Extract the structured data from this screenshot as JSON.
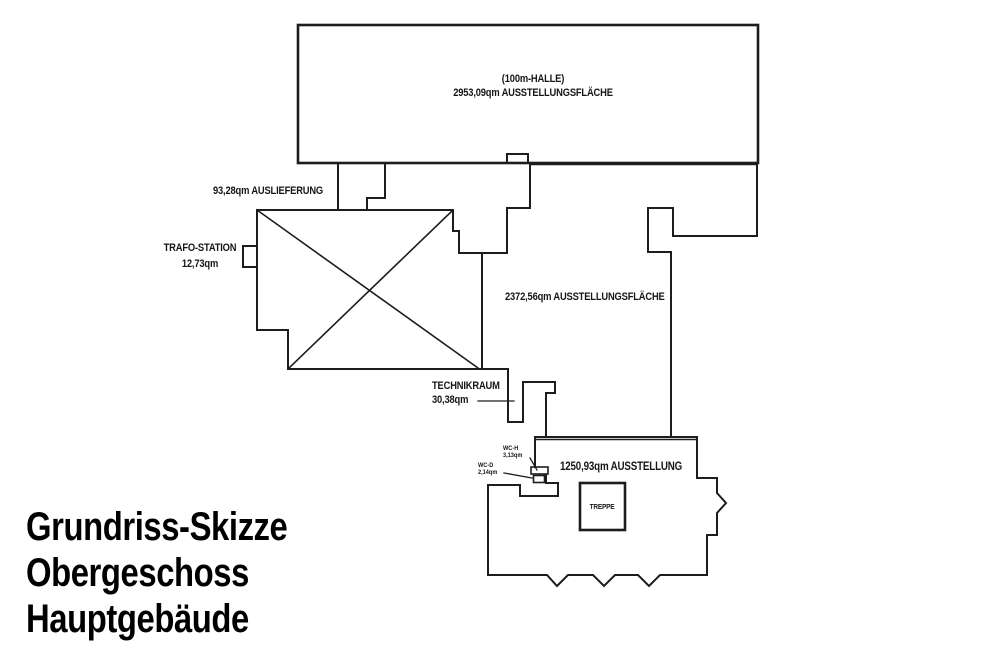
{
  "colors": {
    "background": "#ffffff",
    "line": "#1d1d1d",
    "label_text": "#161616",
    "title_text": "#000000"
  },
  "title_block": {
    "line1": "Grundriss-Skizze",
    "line2": "Obergeschoss",
    "line3": "Hauptgebäude"
  },
  "labels": {
    "halle": {
      "line1": "(100m-HALLE)",
      "line2": "2953,09qm AUSSTELLUNGSFLÄCHE"
    },
    "auslieferung": {
      "text": "93,28qm AUSLIEFERUNG"
    },
    "trafo": {
      "line1": "TRAFO-STATION",
      "line2": "12,73qm"
    },
    "ausstellung_mitte": {
      "text": "2372,56qm AUSSTELLUNGSFLÄCHE"
    },
    "technikraum": {
      "line1": "TECHNIKRAUM",
      "line2": "30,38qm"
    },
    "wc_h": {
      "line1": "WC-H",
      "line2": "3,13qm"
    },
    "wc_d": {
      "line1": "WC-D",
      "line2": "2,14qm"
    },
    "ausstellung_unten": {
      "text": "1250,93qm AUSSTELLUNG"
    },
    "treppe": {
      "text": "TREPPE"
    }
  }
}
